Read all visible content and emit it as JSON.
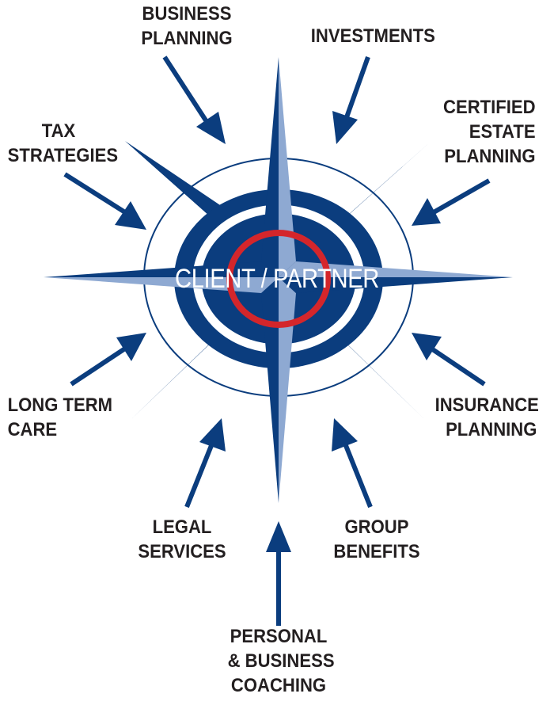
{
  "center": {
    "label": "CLIENT / PARTNER"
  },
  "labels": {
    "business_planning": [
      "BUSINESS",
      "PLANNING"
    ],
    "investments": [
      "INVESTMENTS"
    ],
    "certified_estate_planning": [
      "CERTIFIED",
      "ESTATE",
      "PLANNING"
    ],
    "tax_strategies": [
      "TAX",
      "STRATEGIES"
    ],
    "long_term_care": [
      "LONG TERM",
      "CARE"
    ],
    "insurance_planning": [
      "INSURANCE",
      "PLANNING"
    ],
    "legal_services": [
      "LEGAL",
      "SERVICES"
    ],
    "group_benefits": [
      "GROUP",
      "BENEFITS"
    ],
    "personal_business_coaching": [
      "PERSONAL",
      "& BUSINESS",
      "COACHING"
    ]
  },
  "colors": {
    "navy": "#0b3d7e",
    "light_blue": "#8ea9d2",
    "red": "#d4262b",
    "text": "#231f20",
    "background": "#ffffff"
  }
}
